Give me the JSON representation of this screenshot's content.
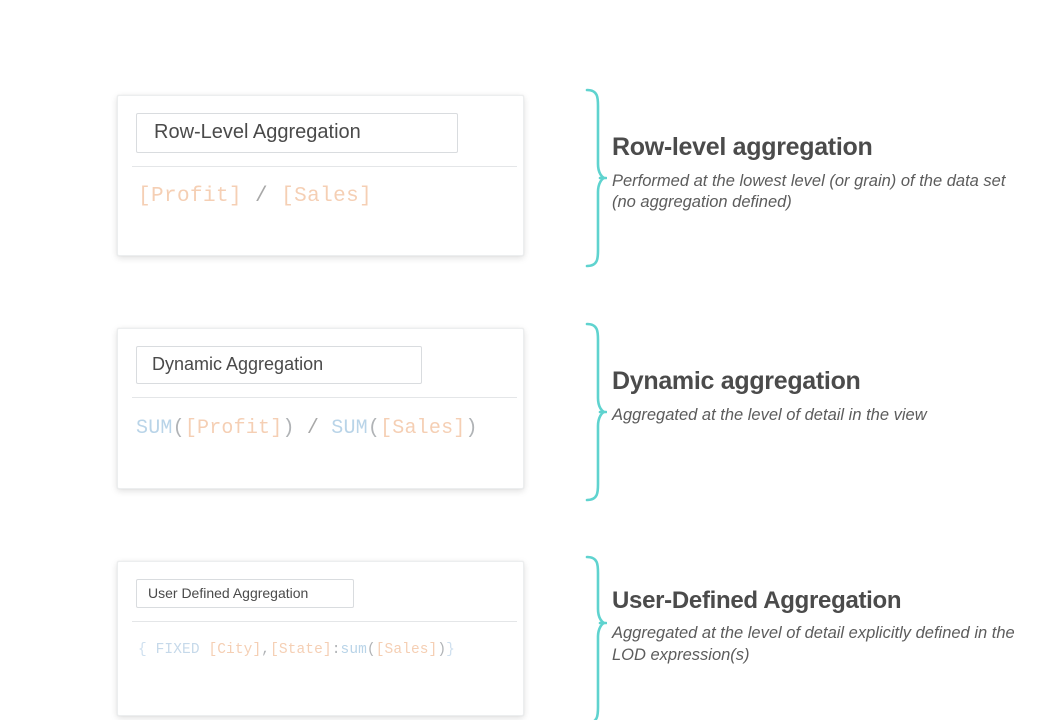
{
  "meta": {
    "background_color": "#ffffff",
    "brace_color": "#5fd3cf",
    "heading_color": "#4b4b4b",
    "field_token_color": "#f5cfb4",
    "function_token_color": "#b9d4e8"
  },
  "sections": [
    {
      "card": {
        "title": "Row-Level Aggregation",
        "formula_plain": "[Profit] / [Sales]",
        "formula_tokens": [
          {
            "text": "[Profit]",
            "type": "field"
          },
          {
            "text": " ",
            "type": "space"
          },
          {
            "text": "/",
            "type": "op"
          },
          {
            "text": " ",
            "type": "space"
          },
          {
            "text": "[Sales]",
            "type": "field"
          }
        ]
      },
      "heading": "Row-level aggregation",
      "subtext": "Performed at the lowest level (or grain) of the data set (no aggregation defined)"
    },
    {
      "card": {
        "title": "Dynamic Aggregation",
        "formula_plain": "SUM([Profit]) / SUM([Sales])",
        "formula_tokens": [
          {
            "text": "SUM",
            "type": "func"
          },
          {
            "text": "(",
            "type": "punct"
          },
          {
            "text": "[Profit]",
            "type": "field"
          },
          {
            "text": ")",
            "type": "punct"
          },
          {
            "text": " ",
            "type": "space"
          },
          {
            "text": "/",
            "type": "op"
          },
          {
            "text": " ",
            "type": "space"
          },
          {
            "text": "SUM",
            "type": "func"
          },
          {
            "text": "(",
            "type": "punct"
          },
          {
            "text": "[Sales]",
            "type": "field"
          },
          {
            "text": ")",
            "type": "punct"
          }
        ]
      },
      "heading": "Dynamic aggregation",
      "subtext": "Aggregated at the level of detail in the view"
    },
    {
      "card": {
        "title": "User Defined Aggregation",
        "formula_plain": "{ FIXED [City],[State]:sum([Sales])}",
        "formula_tokens": [
          {
            "text": "{",
            "type": "brace"
          },
          {
            "text": " ",
            "type": "space"
          },
          {
            "text": "FIXED",
            "type": "kw"
          },
          {
            "text": " ",
            "type": "space"
          },
          {
            "text": "[City]",
            "type": "field"
          },
          {
            "text": ",",
            "type": "punct"
          },
          {
            "text": "[State]",
            "type": "field"
          },
          {
            "text": ":",
            "type": "punct"
          },
          {
            "text": "sum",
            "type": "func"
          },
          {
            "text": "(",
            "type": "punct"
          },
          {
            "text": "[Sales]",
            "type": "field"
          },
          {
            "text": ")",
            "type": "punct"
          },
          {
            "text": "}",
            "type": "brace"
          }
        ]
      },
      "heading": "User-Defined Aggregation",
      "subtext": "Aggregated at the level of detail explicitly defined in the LOD expression(s)"
    }
  ]
}
